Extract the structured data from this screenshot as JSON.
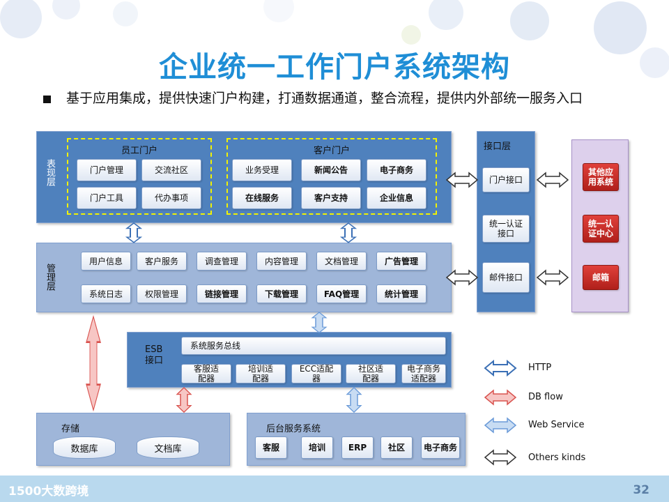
{
  "title": "企业统一工作门户系统架构",
  "bullet": "基于应用集成，提供快速门户构建，打通数据通道，整合流程，提供内外部统一服务入口",
  "presentation": {
    "layer_label": "表现层",
    "staff": {
      "title": "员工门户",
      "items": [
        "门户管理",
        "交流社区",
        "门户工具",
        "代办事项"
      ]
    },
    "customer": {
      "title": "客户门户",
      "items": [
        "业务受理",
        "新闻公告",
        "电子商务",
        "在线服务",
        "客户支持",
        "企业信息"
      ]
    }
  },
  "management": {
    "layer_label": "管理层",
    "row1": [
      "用户信息",
      "客户服务",
      "调查管理",
      "内容管理",
      "文档管理",
      "广告管理"
    ],
    "row2": [
      "系统日志",
      "权限管理",
      "链接管理",
      "下载管理",
      "FAQ管理",
      "统计管理"
    ]
  },
  "interface": {
    "title": "接口层",
    "items": [
      "门户接口",
      "统一认证接口",
      "邮件接口"
    ]
  },
  "external": {
    "items": [
      "其他应用系统",
      "统一认证中心",
      "邮箱"
    ]
  },
  "esb": {
    "label": "ESB接口",
    "bus": "系统服务总线",
    "adapters": [
      "客服适配器",
      "培训适配器",
      "ECC适配器",
      "社区适配器",
      "电子商务适配器"
    ]
  },
  "storage": {
    "title": "存储",
    "items": [
      "数据库",
      "文档库"
    ]
  },
  "backend": {
    "title": "后台服务系统",
    "items": [
      "客服",
      "培训",
      "ERP",
      "社区",
      "电子商务"
    ]
  },
  "legend": [
    {
      "label": "HTTP",
      "color": "#3a6fb5",
      "fill": "#ffffff"
    },
    {
      "label": "DB flow",
      "color": "#d9534f",
      "fill": "#f7c6c4"
    },
    {
      "label": "Web Service",
      "color": "#6a9ad8",
      "fill": "#c8dcf3"
    },
    {
      "label": "Others kinds",
      "color": "#333333",
      "fill": "#ffffff"
    }
  ],
  "footer": {
    "brand": "1500大数跨境",
    "page": "32"
  }
}
